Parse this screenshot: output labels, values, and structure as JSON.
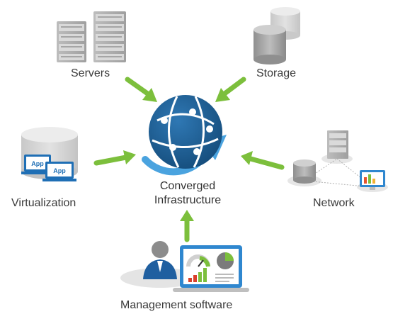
{
  "labels": {
    "servers": "Servers",
    "storage": "Storage",
    "virtualization": "Virtualization",
    "network": "Network",
    "management": "Management software",
    "center_line1": "Converged",
    "center_line2": "Infrastructure",
    "app1": "App",
    "app2": "App"
  },
  "colors": {
    "arrow": "#7cbf3c",
    "globe": "#1d5f93",
    "swoosh": "#4aa3df",
    "gray": "#9a9a9a",
    "text": "#3a3a3a"
  },
  "icons": [
    "server-rack-icon",
    "database-icon",
    "globe-network-icon",
    "laptop-icon",
    "user-icon",
    "dashboard-icon"
  ]
}
